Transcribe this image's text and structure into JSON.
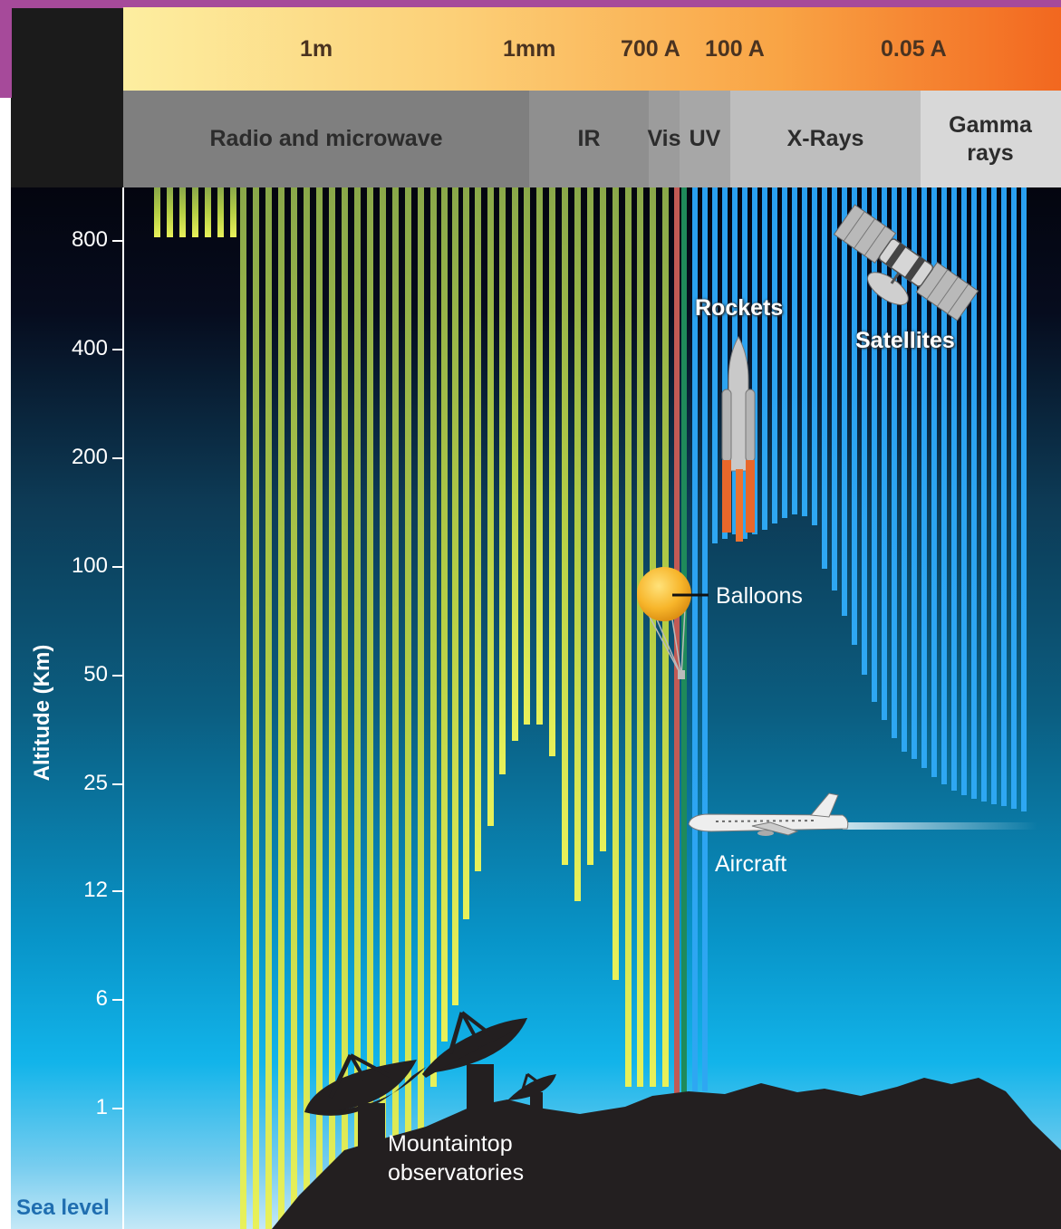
{
  "wavelength_labels": [
    "1m",
    "1mm",
    "700 A",
    "100 A",
    "0.05 A"
  ],
  "bands": [
    {
      "label": "Radio and microwave",
      "color": "#7e7e7e"
    },
    {
      "label": "IR",
      "color": "#8f8f8f"
    },
    {
      "label": "Vis",
      "color": "#9d9d9d"
    },
    {
      "label": "UV",
      "color": "#a6a6a6"
    },
    {
      "label": "X-Rays",
      "color": "#bdbdbd"
    },
    {
      "label": "Gamma rays",
      "color": "#d6d6d6"
    }
  ],
  "axis": {
    "title": "Altitude (Km)",
    "ticks": [
      "800",
      "400",
      "200",
      "100",
      "50",
      "25",
      "12",
      "6",
      "1"
    ],
    "sea_level": "Sea level"
  },
  "vehicles": {
    "rockets": "Rockets",
    "satellites": "Satellites",
    "balloons": "Balloons",
    "aircraft": "Aircraft",
    "observatories": [
      "Mountaintop",
      "observatories"
    ]
  },
  "colors": {
    "accent_bar": "#a64a9a",
    "radio_stripes": "#b2d64a",
    "vis_stripe": "#c0505a",
    "xray_stripes": "#2f9be6",
    "sky_top": "#050818",
    "sky_bottom": "#b6e2f7",
    "wavelength_bar_start": "#fdec9a",
    "wavelength_bar_end": "#f26a1d"
  }
}
